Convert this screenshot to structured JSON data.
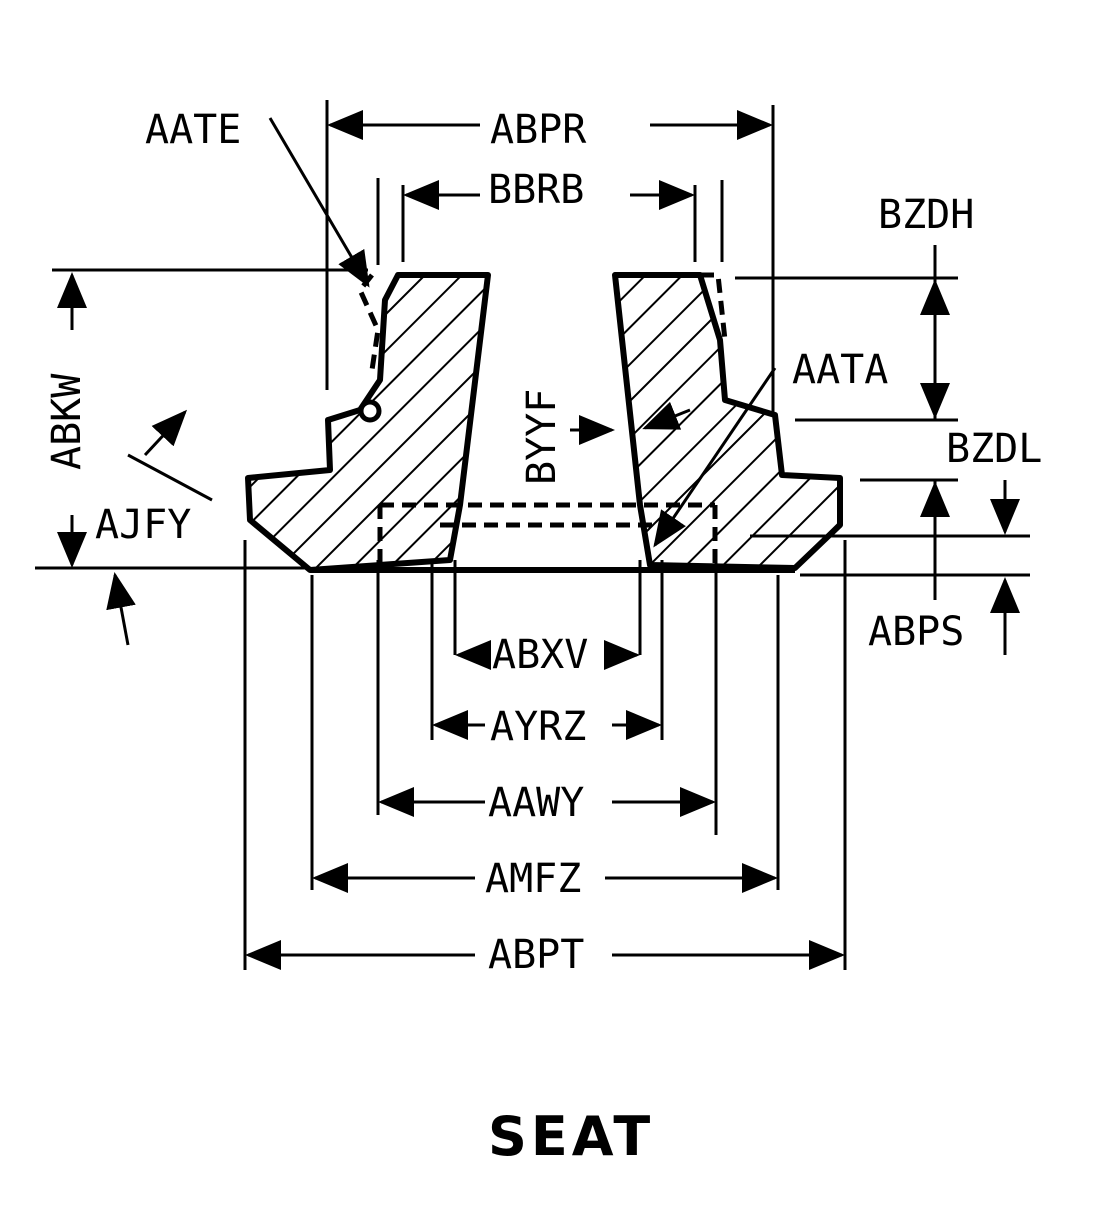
{
  "title": "SEAT",
  "labels": {
    "aate": "AATE",
    "abpr": "ABPR",
    "bbrb": "BBRB",
    "bzdh": "BZDH",
    "abkw": "ABKW",
    "aata": "AATA",
    "byyf": "BYYF",
    "bzdl": "BZDL",
    "ajfy": "AJFY",
    "abps": "ABPS",
    "abxv": "ABXV",
    "ayrz": "AYRZ",
    "aawy": "AAWY",
    "amfz": "AMFZ",
    "abpt": "ABPT"
  },
  "colors": {
    "ink": "#000000",
    "paper": "#ffffff"
  }
}
